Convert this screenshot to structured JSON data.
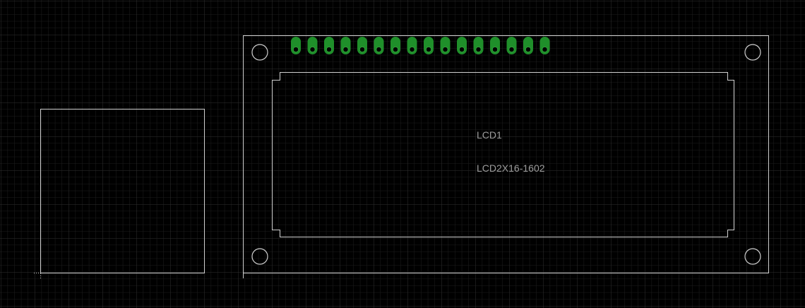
{
  "board": {
    "background_color": "#000000",
    "grid_minor_color": "#1e1e1e",
    "grid_major_color": "#2f2f2f",
    "silkscreen_color": "#cfcfcf",
    "pad_color": "#1f8f2a",
    "label_color": "#9e9e9e"
  },
  "component": {
    "designator": "LCD1",
    "value": "LCD2X16-1602",
    "pin_count": 16
  }
}
